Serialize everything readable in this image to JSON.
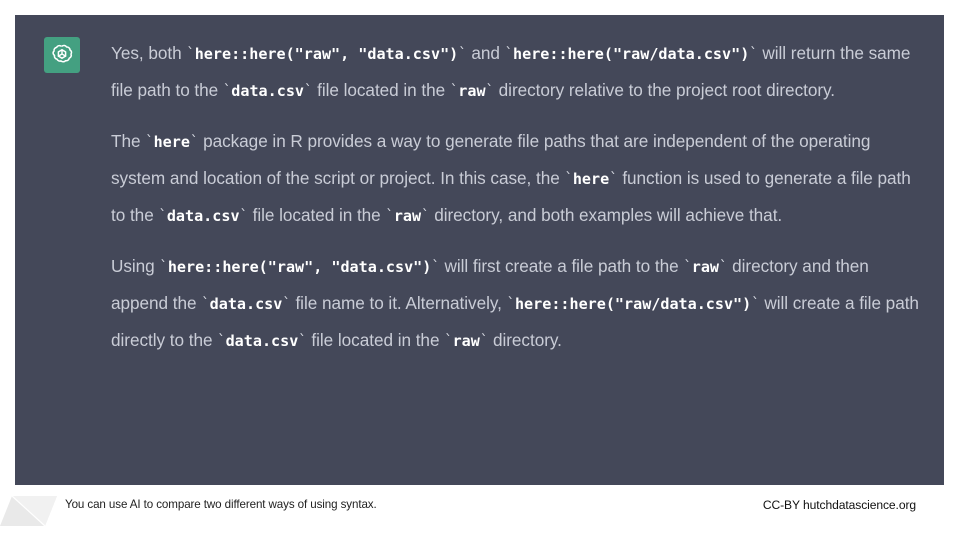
{
  "slide": {
    "background_color": "#ffffff",
    "panel_color": "#444859",
    "body_text_color": "#c9ccd6",
    "code_text_color": "#ffffff",
    "avatar_color": "#44a081"
  },
  "chat": {
    "avatar_icon": "openai-logo-icon",
    "paragraphs": [
      {
        "id": "paragraph-1",
        "runs": [
          {
            "type": "text",
            "text": "Yes, both "
          },
          {
            "type": "tick",
            "text": "`"
          },
          {
            "type": "code",
            "text": "here::here(\"raw\", \"data.csv\")"
          },
          {
            "type": "tick",
            "text": "`"
          },
          {
            "type": "text",
            "text": " and "
          },
          {
            "type": "tick",
            "text": "`"
          },
          {
            "type": "code",
            "text": "here::here(\"raw/data.csv\")"
          },
          {
            "type": "tick",
            "text": "`"
          },
          {
            "type": "text",
            "text": " will return the same file path to the "
          },
          {
            "type": "tick",
            "text": "`"
          },
          {
            "type": "code",
            "text": "data.csv"
          },
          {
            "type": "tick",
            "text": "`"
          },
          {
            "type": "text",
            "text": " file located in the "
          },
          {
            "type": "tick",
            "text": "`"
          },
          {
            "type": "code",
            "text": "raw"
          },
          {
            "type": "tick",
            "text": "`"
          },
          {
            "type": "text",
            "text": " directory relative to the project root directory."
          }
        ]
      },
      {
        "id": "paragraph-2",
        "runs": [
          {
            "type": "text",
            "text": "The "
          },
          {
            "type": "tick",
            "text": "`"
          },
          {
            "type": "code",
            "text": "here"
          },
          {
            "type": "tick",
            "text": "`"
          },
          {
            "type": "text",
            "text": " package in R provides a way to generate file paths that are independent of the operating system and location of the script or project. In this case, the "
          },
          {
            "type": "tick",
            "text": "`"
          },
          {
            "type": "code",
            "text": "here"
          },
          {
            "type": "tick",
            "text": "`"
          },
          {
            "type": "text",
            "text": " function is used to generate a file path to the "
          },
          {
            "type": "tick",
            "text": "`"
          },
          {
            "type": "code",
            "text": "data.csv"
          },
          {
            "type": "tick",
            "text": "`"
          },
          {
            "type": "text",
            "text": " file located in the "
          },
          {
            "type": "tick",
            "text": "`"
          },
          {
            "type": "code",
            "text": "raw"
          },
          {
            "type": "tick",
            "text": "`"
          },
          {
            "type": "text",
            "text": " directory, and both examples will achieve that."
          }
        ]
      },
      {
        "id": "paragraph-3",
        "runs": [
          {
            "type": "text",
            "text": "Using "
          },
          {
            "type": "tick",
            "text": "`"
          },
          {
            "type": "code",
            "text": "here::here(\"raw\", \"data.csv\")"
          },
          {
            "type": "tick",
            "text": "`"
          },
          {
            "type": "text",
            "text": " will first create a file path to the "
          },
          {
            "type": "tick",
            "text": "`"
          },
          {
            "type": "code",
            "text": "raw"
          },
          {
            "type": "tick",
            "text": "`"
          },
          {
            "type": "text",
            "text": " directory and then append the "
          },
          {
            "type": "tick",
            "text": "`"
          },
          {
            "type": "code",
            "text": "data.csv"
          },
          {
            "type": "tick",
            "text": "`"
          },
          {
            "type": "text",
            "text": " file name to it. Alternatively, "
          },
          {
            "type": "tick",
            "text": "`"
          },
          {
            "type": "code",
            "text": "here::here(\"raw/data.csv\")"
          },
          {
            "type": "tick",
            "text": "`"
          },
          {
            "type": "text",
            "text": " will create a file path directly to the "
          },
          {
            "type": "tick",
            "text": "`"
          },
          {
            "type": "code",
            "text": "data.csv"
          },
          {
            "type": "tick",
            "text": "`"
          },
          {
            "type": "text",
            "text": " file located in the "
          },
          {
            "type": "tick",
            "text": "`"
          },
          {
            "type": "code",
            "text": "raw"
          },
          {
            "type": "tick",
            "text": "`"
          },
          {
            "type": "text",
            "text": " directory."
          }
        ]
      }
    ]
  },
  "footer": {
    "brand_mark_icon": "parallelogram-logo-icon",
    "caption": "You can use AI to compare two different ways of using syntax.",
    "attribution": "CC-BY hutchdatascience.org"
  }
}
